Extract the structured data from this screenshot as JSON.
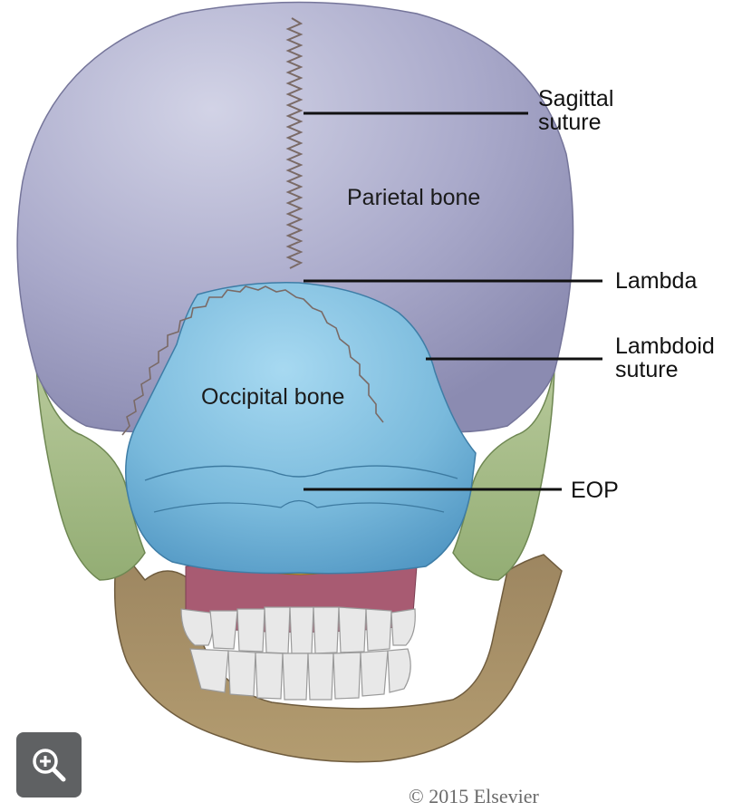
{
  "labels": {
    "sagittal_suture_line1": "Sagittal",
    "sagittal_suture_line2": "suture",
    "parietal_bone": "Parietal bone",
    "lambda": "Lambda",
    "lambdoid_suture_line1": "Lambdoid",
    "lambdoid_suture_line2": "suture",
    "occipital_bone": "Occipital bone",
    "eop": "EOP"
  },
  "copyright": "© 2015 Elsevier",
  "zoom_button": {
    "icon": "zoom-in-icon"
  },
  "colors": {
    "parietal": "#a7a7c8",
    "occipital": "#7ab9dc",
    "temporal": "#a9bf8a",
    "mandible": "#a18a62",
    "atlas": "#d1a83a",
    "pharynx": "#a85b72",
    "teeth": "#e6e6e6",
    "zoom_button_bg": "#5f6163"
  }
}
